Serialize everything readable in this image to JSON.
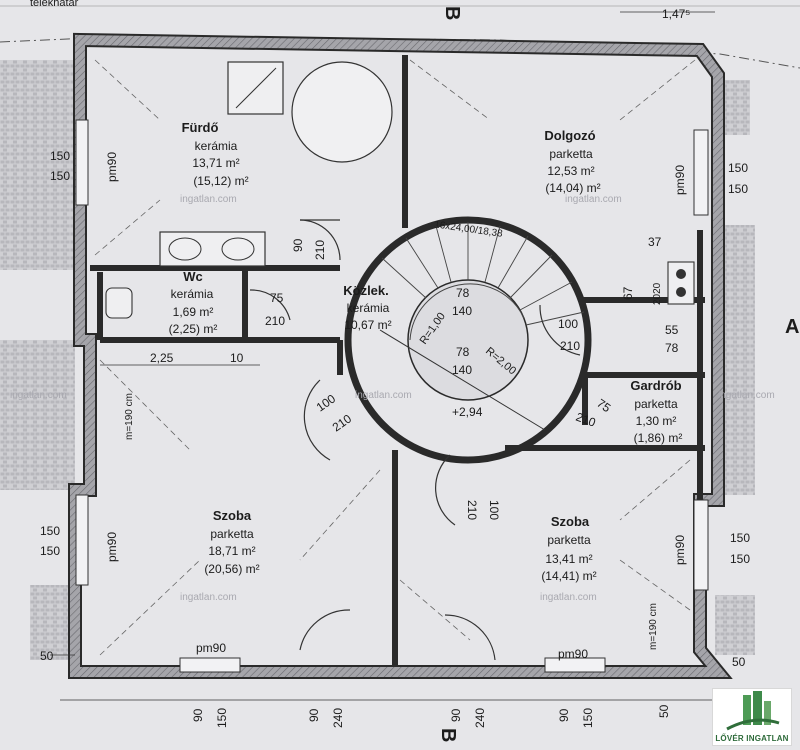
{
  "colors": {
    "paper": "#e6e6e9",
    "wall": "#2a2a2a",
    "wallFill": "#9a9aa0",
    "brick": "#c4c4c8",
    "logoGreen": "#3e8a4a"
  },
  "header": {
    "site_note": "telekhatár",
    "section_top": "B",
    "section_bottom": "B",
    "section_right": "A",
    "dim_top": "1,47⁵"
  },
  "rooms": {
    "furdo": {
      "name": "Fürdő",
      "floor": "kerámia",
      "area": "13,71 m²",
      "area2": "(15,12) m²"
    },
    "dolgozo": {
      "name": "Dolgozó",
      "floor": "parketta",
      "area": "12,53 m²",
      "area2": "(14,04) m²"
    },
    "wc": {
      "name": "Wc",
      "floor": "kerámia",
      "area": "1,69 m²",
      "area2": "(2,25) m²"
    },
    "kozlek": {
      "name": "Közlek.",
      "floor": "kerámia",
      "area": "10,67 m²"
    },
    "gardrob": {
      "name": "Gardrób",
      "floor": "parketta",
      "area": "1,30 m²",
      "area2": "(1,86) m²"
    },
    "szoba1": {
      "name": "Szoba",
      "floor": "parketta",
      "area": "18,71 m²",
      "area2": "(20,56) m²"
    },
    "szoba2": {
      "name": "Szoba",
      "floor": "parketta",
      "area": "13,41 m²",
      "area2": "(14,41) m²"
    }
  },
  "stair": {
    "spec": "16x24,00/18,38",
    "radius1": "R=1,00",
    "radius2": "R=2,00",
    "level": "+2,94"
  },
  "dims": {
    "w150": "150",
    "pm90": "pm90",
    "d210": "210",
    "d90": "90",
    "d75": "75",
    "d100": "100",
    "d78": "78",
    "d140": "140",
    "d37": "37",
    "d67": "67",
    "d2020": "2020",
    "d55": "55",
    "d225": "2,25",
    "d10": "10",
    "d240": "240",
    "d50": "50",
    "m190": "m=190 cm"
  },
  "watermark": "ingatlan.com",
  "logo": {
    "text": "LŐVÉR INGATLAN"
  }
}
